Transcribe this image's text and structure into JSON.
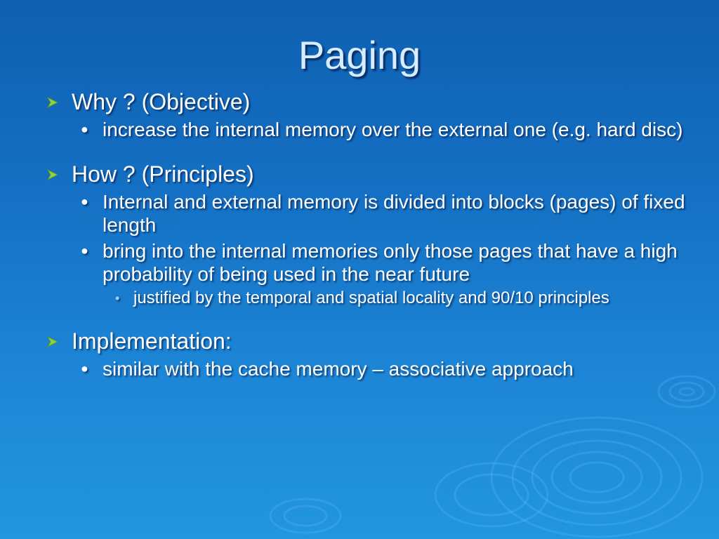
{
  "slide": {
    "title": "Paging",
    "sections": [
      {
        "heading": "Why ? (Objective)",
        "items": [
          {
            "text": "increase the internal memory over the external one (e.g. hard disc)"
          }
        ]
      },
      {
        "heading": "How ? (Principles)",
        "items": [
          {
            "text": "Internal and external memory is divided into blocks (pages) of fixed length"
          },
          {
            "text": "bring into the internal memories only those pages that have a high probability of being used in the near future",
            "subitems": [
              "justified by the temporal and spatial locality and 90/10 principles"
            ]
          }
        ]
      },
      {
        "heading": "Implementation:",
        "items": [
          {
            "text": "similar with the cache memory – associative approach"
          }
        ]
      }
    ],
    "markers": {
      "level1": "arrowhead-bullet-icon",
      "level2": "●",
      "level3": "•"
    },
    "colors": {
      "background_top": "#0f5fb0",
      "background_bottom": "#2296e0",
      "title": "#d8ecff",
      "text": "#ffffff",
      "level1_marker": "#8dd44a"
    }
  }
}
